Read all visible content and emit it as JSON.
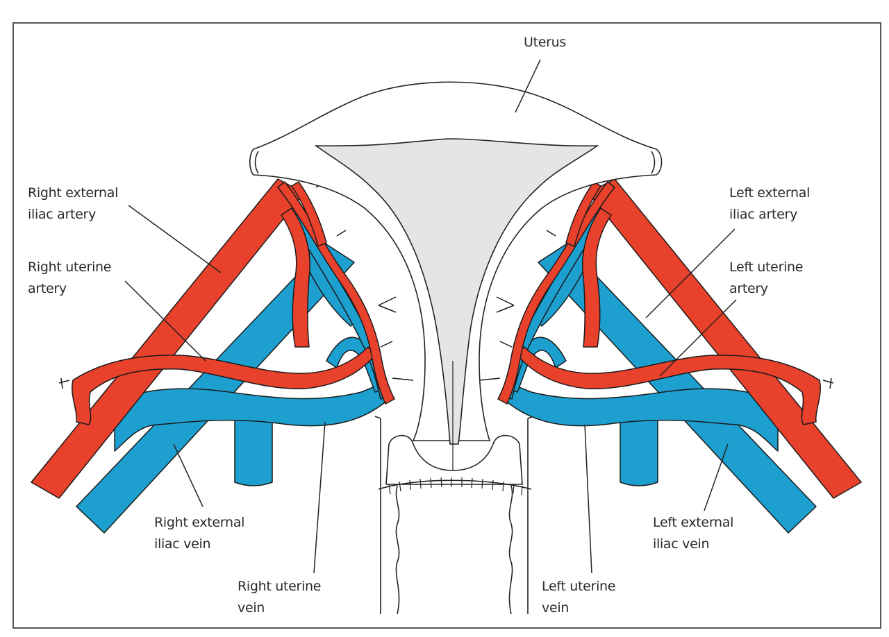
{
  "colors": {
    "artery": "#e8412c",
    "vein": "#1d9fcf",
    "outline": "#222222",
    "uterus_fill": "#e5e5e5",
    "frame": "#555555"
  },
  "labels": {
    "uterus": {
      "lines": [
        "Uterus"
      ]
    },
    "right_external_iliac_artery": {
      "lines": [
        "Right external",
        "iliac artery"
      ]
    },
    "right_uterine_artery": {
      "lines": [
        "Right uterine",
        "artery"
      ]
    },
    "right_external_iliac_vein": {
      "lines": [
        "Right external",
        "iliac vein"
      ]
    },
    "right_uterine_vein": {
      "lines": [
        "Right uterine",
        "vein"
      ]
    },
    "left_external_iliac_artery": {
      "lines": [
        "Left external",
        "iliac artery"
      ]
    },
    "left_uterine_artery": {
      "lines": [
        "Left uterine",
        "artery"
      ]
    },
    "left_external_iliac_vein": {
      "lines": [
        "Left external",
        "iliac vein"
      ]
    },
    "left_uterine_vein": {
      "lines": [
        "Left uterine",
        "vein"
      ]
    }
  }
}
